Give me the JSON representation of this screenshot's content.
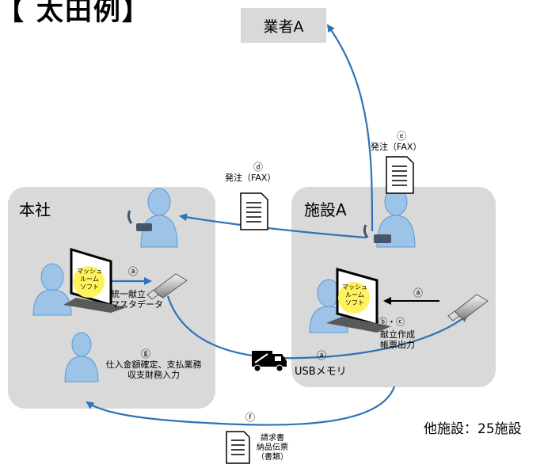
{
  "title_partial": "【 太田例】",
  "vendor_label": "業者A",
  "panels": {
    "hq": {
      "label": "本社"
    },
    "facility": {
      "label": "施設A"
    }
  },
  "software_label": "マッシュ\nルーム\nソフト",
  "labels": {
    "a_hq": "ⓐ",
    "master_data": "統一献立\nマスタデータ",
    "g": "ⓖ",
    "purchase": "仕入金額確定、支払業務\n収支財務入力",
    "d": "ⓓ",
    "order_fax_d": "発注（FAX）",
    "e": "ⓔ",
    "order_fax_e": "発注（FAX）",
    "a_facility": "ⓐ",
    "bc": "ⓑ・ⓒ",
    "menu_output": "献立作成\n帳票出力",
    "a_usb": "ⓐ",
    "usb_memory": "USBメモリ",
    "f": "ⓕ",
    "invoice": "請求書\n納品伝票\n（書類）"
  },
  "others_label": "他施設：25施設",
  "colors": {
    "arrow": "#2e74b5",
    "panel": "#d9d9d9",
    "person": "#9dc3e6",
    "screen_label": "#fff35c"
  }
}
